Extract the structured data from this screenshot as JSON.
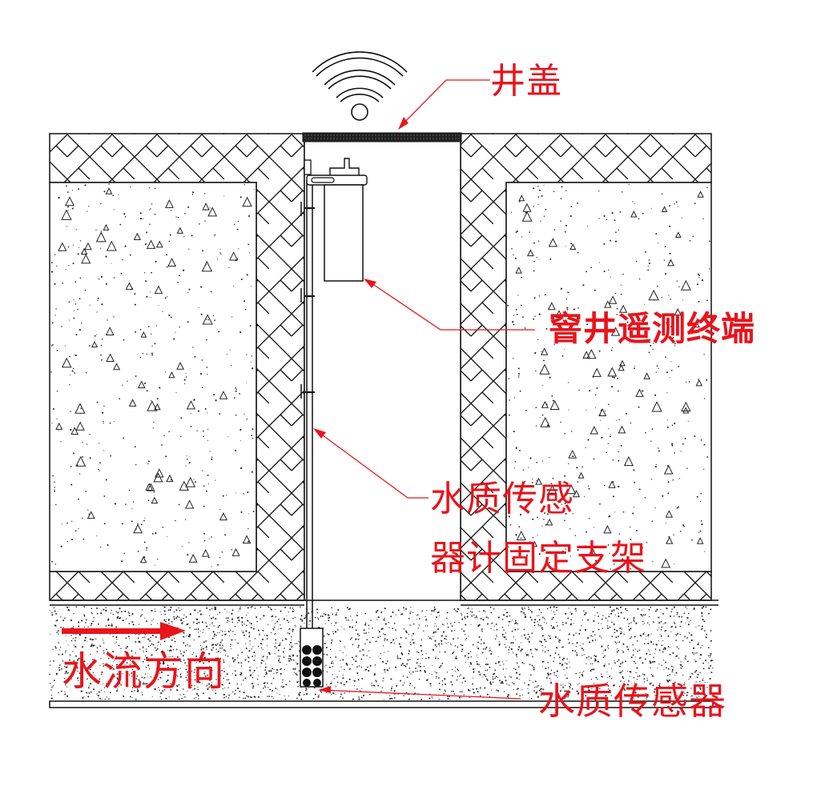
{
  "labels": {
    "well_cover": "井盖",
    "terminal": "窨井遥测终端",
    "bracket_line1": "水质传感",
    "bracket_line2": "器计固定支架",
    "flow_direction": "水流方向",
    "sensor": "水质传感器"
  },
  "icons": {
    "signal": "wifi-signal-icon"
  },
  "colors": {
    "annotation": "#e8141c",
    "line": "#111111",
    "background": "#ffffff"
  }
}
